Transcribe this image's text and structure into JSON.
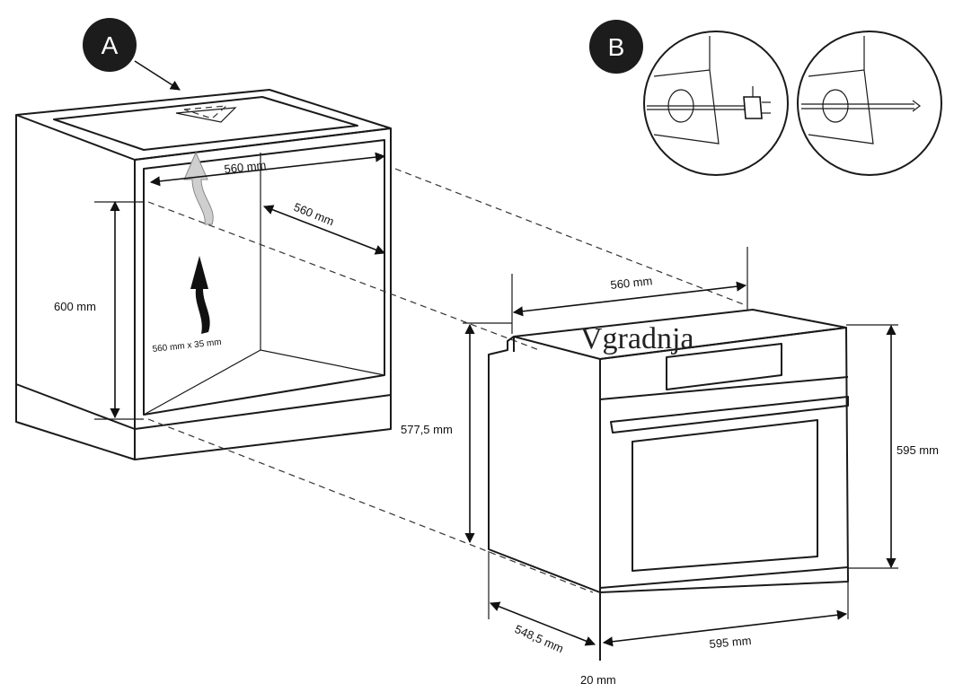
{
  "title": "Vgradnja",
  "markers": {
    "a": "A",
    "b": "B"
  },
  "cabinet": {
    "width_top": "560 mm",
    "depth": "560 mm",
    "height": "600 mm",
    "vent": "560 mm x 35 mm"
  },
  "oven": {
    "width_top": "560 mm",
    "body_height": "577,5 mm",
    "front_height": "595 mm",
    "depth": "548,5 mm",
    "front_width": "595 mm",
    "front_thickness": "20 mm"
  },
  "colors": {
    "ink": "#1a1a1a",
    "badge": "#1c1c1c",
    "paper": "#ffffff"
  },
  "icons": [
    "arrow-up-icon",
    "plug-icon",
    "cable-icon"
  ]
}
